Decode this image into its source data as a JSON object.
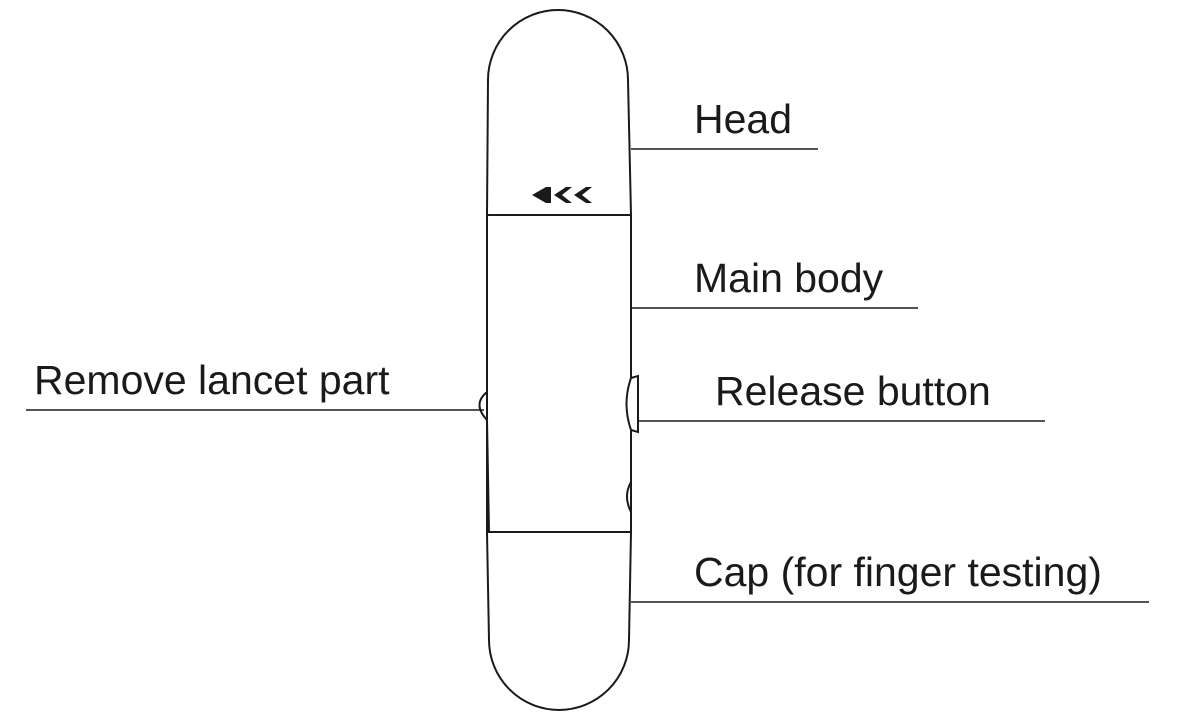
{
  "labels": {
    "head": "Head",
    "main_body": "Main body",
    "remove_lancet": "Remove lancet part",
    "release_button": "Release button",
    "cap": "Cap (for finger testing)"
  },
  "colors": {
    "ink": "#1a1a1a",
    "background": "#ffffff"
  },
  "icons": {
    "direction_marker": "triple-chevron-left-icon"
  }
}
